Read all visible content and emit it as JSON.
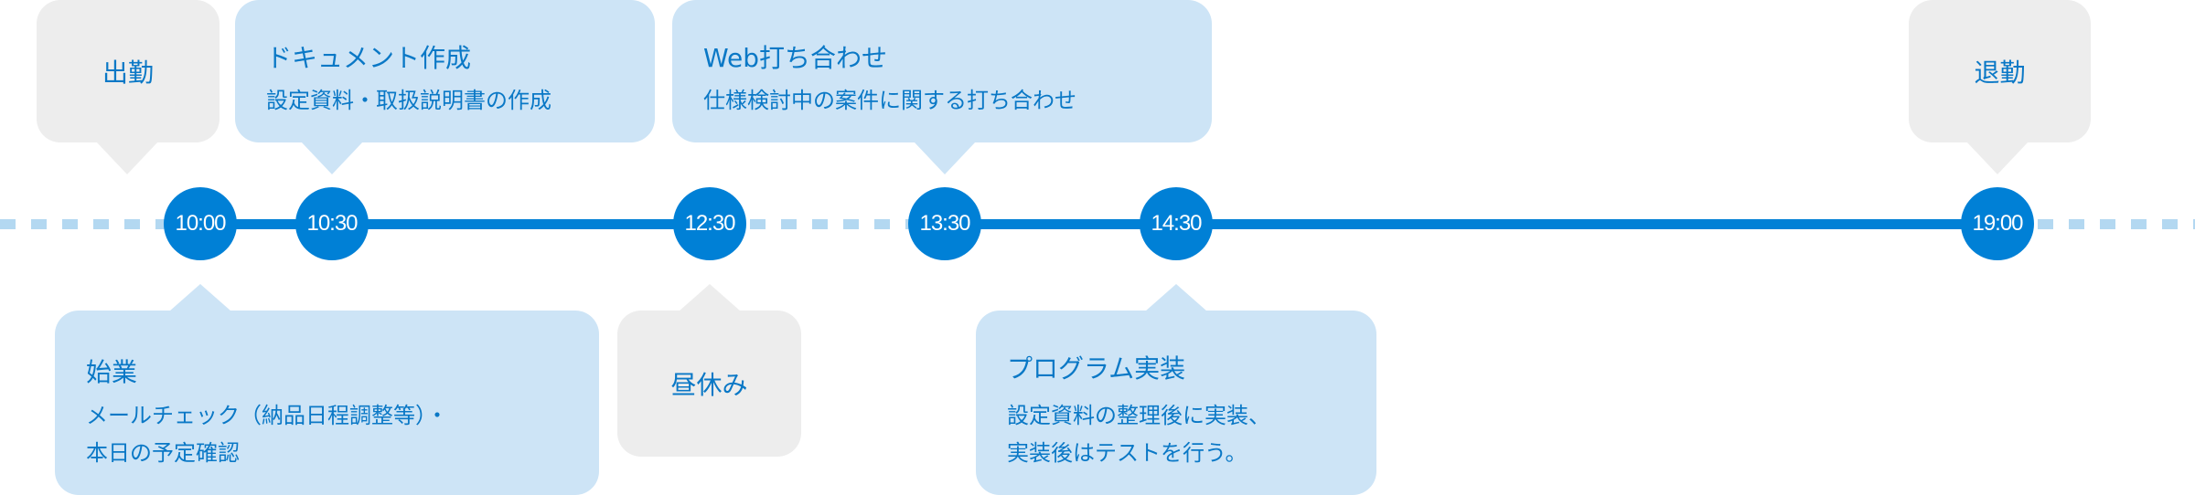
{
  "timeline": {
    "times": [
      "10:00",
      "10:30",
      "12:30",
      "13:30",
      "14:30",
      "19:00"
    ]
  },
  "events": {
    "clock_in": {
      "title": "出勤"
    },
    "document": {
      "title": "ドキュメント作成",
      "desc": "設定資料・取扱説明書の作成"
    },
    "web_meeting": {
      "title": "Web打ち合わせ",
      "desc": "仕様検討中の案件に関する打ち合わせ"
    },
    "clock_out": {
      "title": "退勤"
    },
    "start_work": {
      "title": "始業",
      "desc_lines": [
        "メールチェック（納品日程調整等）・",
        "本日の予定確認"
      ]
    },
    "lunch": {
      "title": "昼休み"
    },
    "programming": {
      "title": "プログラム実装",
      "desc_lines": [
        "設定資料の整理後に実装、",
        "実装後はテストを行う。"
      ]
    }
  },
  "colors": {
    "accent": "#0080d6",
    "bubble_blue": "#cde4f6",
    "bubble_gray": "#ededed",
    "dash": "#b3d8f1"
  }
}
